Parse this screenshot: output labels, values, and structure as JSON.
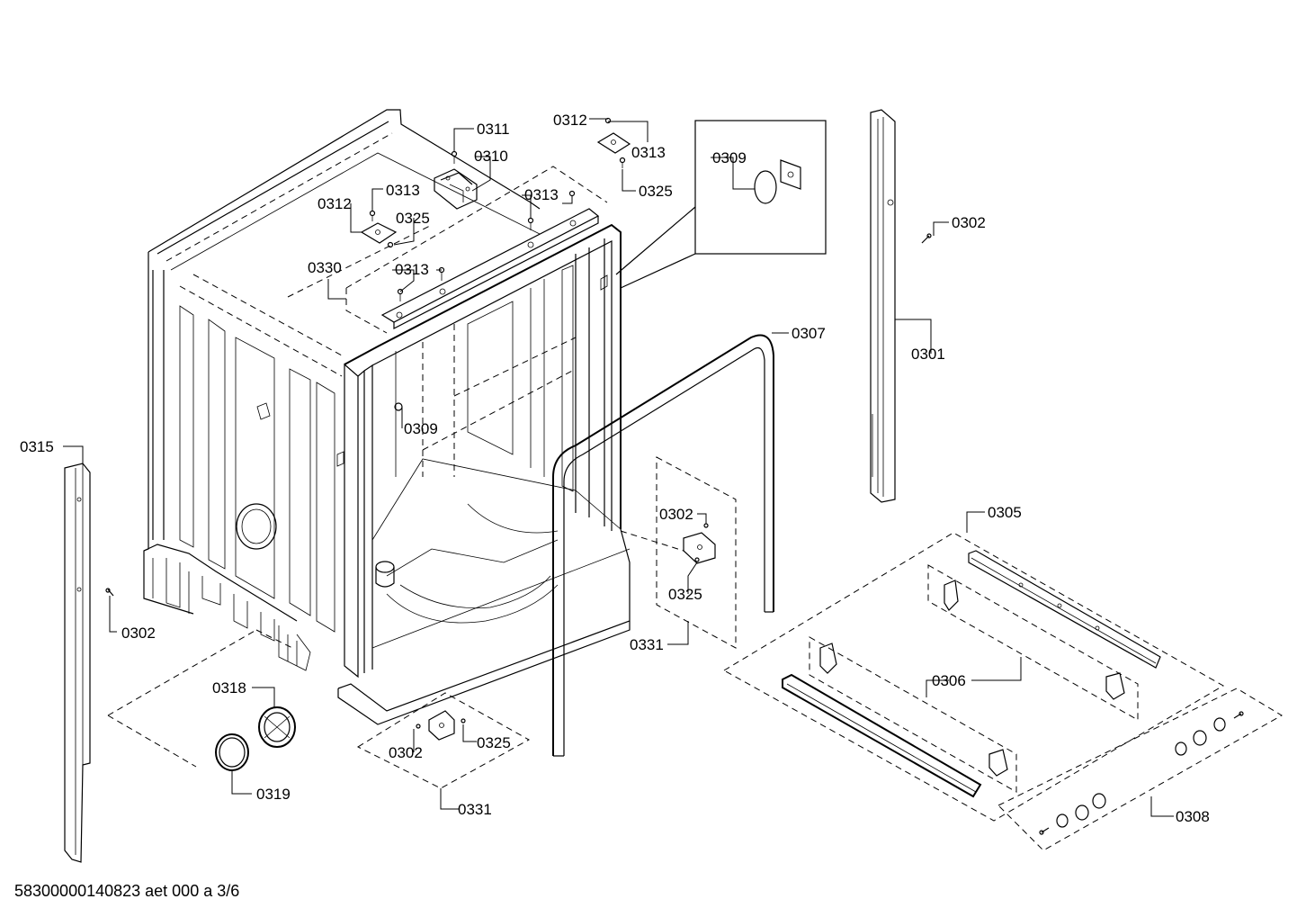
{
  "labels": {
    "l0311": "0311",
    "l0310": "0310",
    "l0312a": "0312",
    "l0313a": "0313",
    "l0325a": "0325",
    "l0312b": "0312",
    "l0313b": "0313",
    "l0325b": "0325",
    "l0313c": "0313",
    "l0330": "0330",
    "l0313d": "0313",
    "l0309a": "0309",
    "l0309b": "0309",
    "l0302a": "0302",
    "l0301": "0301",
    "l0307": "0307",
    "l0315": "0315",
    "l0302b": "0302",
    "l0302c": "0302",
    "l0325c": "0325",
    "l0331a": "0331",
    "l0305": "0305",
    "l0306": "0306",
    "l0318": "0318",
    "l0319": "0319",
    "l0302d": "0302",
    "l0325d": "0325",
    "l0331b": "0331",
    "l0308": "0308"
  },
  "footer": "58300000140823 aet 000 a 3/6"
}
